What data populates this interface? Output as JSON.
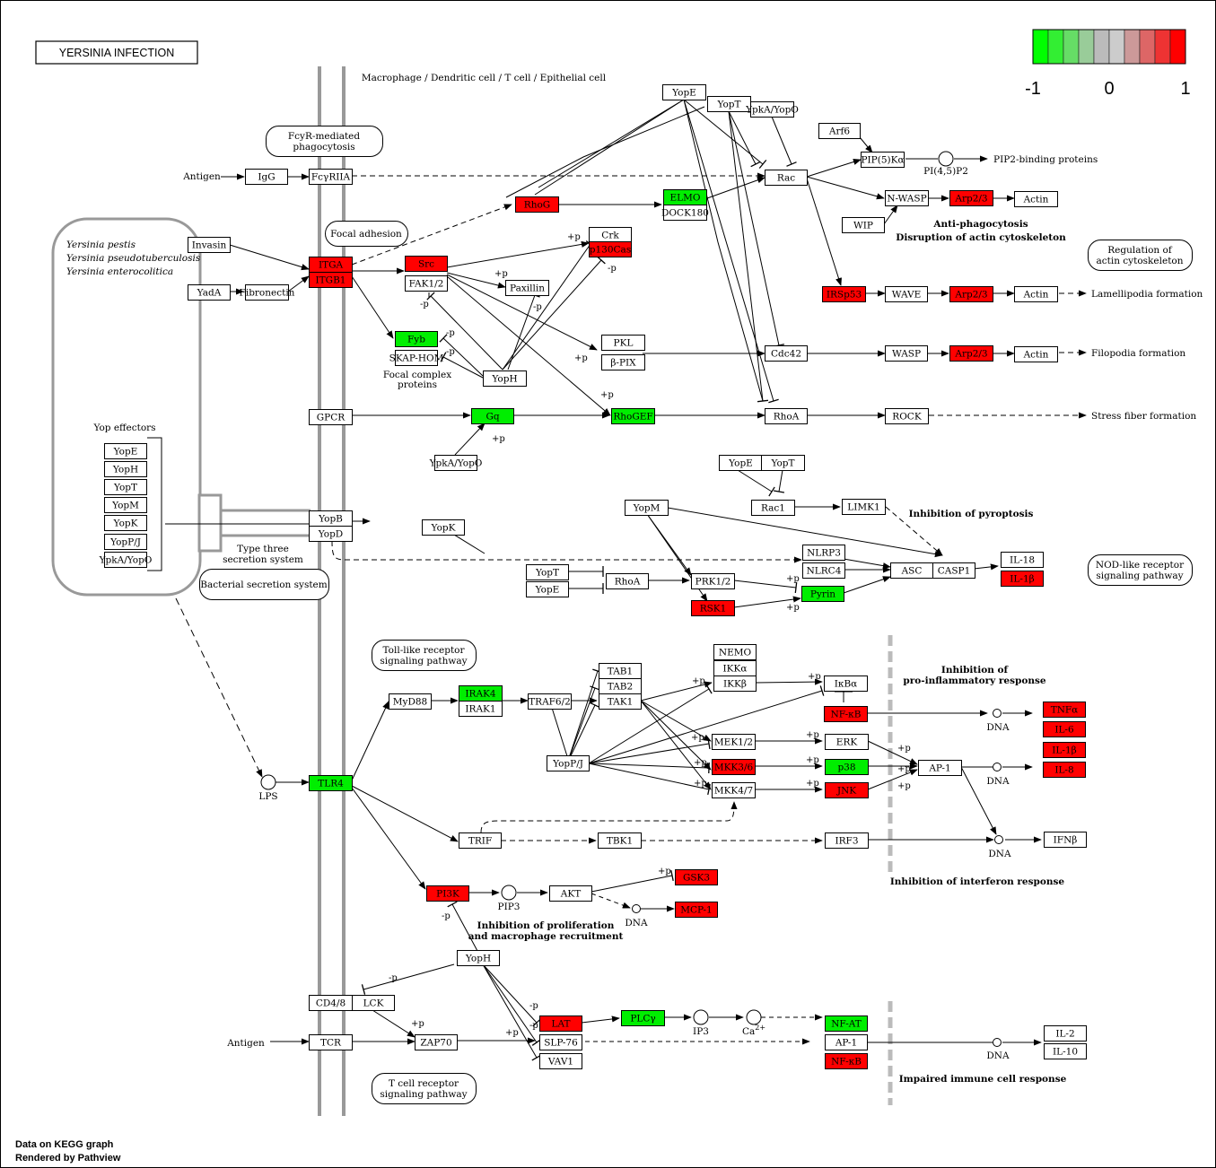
{
  "title": "YERSINIA INFECTION",
  "footer": [
    "Data on KEGG graph",
    "Rendered by Pathview"
  ],
  "colors": {
    "up": "#ff0000",
    "down": "#00ee00",
    "none": "#ffffff",
    "membrane": "#999999",
    "dash": "#bbbbbb"
  },
  "legend": {
    "ticks": [
      "-1",
      "0",
      "1"
    ],
    "cells": [
      "#00ff00",
      "#33ee33",
      "#66dd66",
      "#99cc99",
      "#bbbbbb",
      "#cccccc",
      "#cc9999",
      "#dd6666",
      "#ee3333",
      "#ff0000"
    ]
  },
  "labels": {
    "cell_type": "Macrophage / Dendritic cell / T cell / Epithelial cell",
    "species1": "Yersinia pestis",
    "species2": "Yersinia pseudotuberculosis",
    "species3": "Yersinia enterocolitica",
    "yop_effectors": "Yop effectors",
    "type3_1": "Type three",
    "type3_2": "secretion system",
    "antigen1": "Antigen",
    "antigen2": "Antigen",
    "lps": "LPS",
    "pip3": "PIP3",
    "pi45p2": "PI(4,5)P2",
    "pip2_binding": "PIP2-binding proteins",
    "ip3": "IP3",
    "ca": "Ca",
    "ca_sup": "2+",
    "dna1": "DNA",
    "dna2": "DNA",
    "dna3": "DNA",
    "dna4": "DNA",
    "dna5": "DNA",
    "focal_complex1": "Focal complex",
    "focal_complex2": "proteins",
    "lamellipodia": "Lamellipodia formation",
    "filopodia": "Filopodia formation",
    "stress_fiber": "Stress fiber formation",
    "anti_phago1": "Anti-phagocytosis",
    "anti_phago2": "Disruption of actin cytoskeleton",
    "inh_pyroptosis": "Inhibition of pyroptosis",
    "inh_proinflam1": "Inhibition of",
    "inh_proinflam2": "pro-inflammatory response",
    "inh_interferon": "Inhibition of interferon response",
    "inh_prolif1": "Inhibition of proliferation",
    "inh_prolif2": "and macrophage recruitment",
    "impaired": "Impaired immune cell response"
  },
  "pathways": [
    {
      "id": "fcyr",
      "lines": [
        "FcyR-mediated",
        "phagocytosis"
      ]
    },
    {
      "id": "focal",
      "lines": [
        "Focal adhesion"
      ]
    },
    {
      "id": "regactin",
      "lines": [
        "Regulation of",
        "actin cytoskeleton"
      ]
    },
    {
      "id": "nod",
      "lines": [
        "NOD-like receptor",
        "signaling pathway"
      ]
    },
    {
      "id": "bss",
      "lines": [
        "Bacterial secretion system"
      ]
    },
    {
      "id": "tlr",
      "lines": [
        "Toll-like receptor",
        "signaling pathway"
      ]
    },
    {
      "id": "tcr",
      "lines": [
        "T cell receptor",
        "signaling pathway"
      ]
    }
  ],
  "genes": [
    {
      "id": "YopE_t",
      "label": "YopE",
      "s": "none"
    },
    {
      "id": "YopT_t",
      "label": "YopT",
      "s": "none"
    },
    {
      "id": "YpkA_t",
      "label": "YpkA/YopO",
      "s": "none"
    },
    {
      "id": "Arf6",
      "label": "Arf6",
      "s": "none"
    },
    {
      "id": "PIP5K",
      "label": "PIP(5)Kα",
      "s": "none"
    },
    {
      "id": "IgG",
      "label": "IgG",
      "s": "none"
    },
    {
      "id": "FcRIIA",
      "label": "FcγRIIA",
      "s": "none"
    },
    {
      "id": "Rac",
      "label": "Rac",
      "s": "none"
    },
    {
      "id": "NWASP",
      "label": "N-WASP",
      "s": "none"
    },
    {
      "id": "Arp1",
      "label": "Arp2/3",
      "s": "up"
    },
    {
      "id": "Actin1",
      "label": "Actin",
      "s": "none"
    },
    {
      "id": "RhoG",
      "label": "RhoG",
      "s": "up"
    },
    {
      "id": "ELMO",
      "label": "ELMO",
      "s": "down"
    },
    {
      "id": "DOCK180",
      "label": "DOCK180",
      "s": "none"
    },
    {
      "id": "WIP",
      "label": "WIP",
      "s": "none"
    },
    {
      "id": "Invasin",
      "label": "Invasin",
      "s": "none"
    },
    {
      "id": "ITGA",
      "label": "ITGA",
      "s": "up"
    },
    {
      "id": "ITGB1",
      "label": "ITGB1",
      "s": "up"
    },
    {
      "id": "Src",
      "label": "Src",
      "s": "up"
    },
    {
      "id": "Crk",
      "label": "Crk",
      "s": "none"
    },
    {
      "id": "p130Cas",
      "label": "p130Cas",
      "s": "up"
    },
    {
      "id": "FAK",
      "label": "FAK1/2",
      "s": "none"
    },
    {
      "id": "Paxillin",
      "label": "Paxillin",
      "s": "none"
    },
    {
      "id": "YadA",
      "label": "YadA",
      "s": "none"
    },
    {
      "id": "Fibronectin",
      "label": "Fibronectin",
      "s": "none"
    },
    {
      "id": "IRSp53",
      "label": "IRSp53",
      "s": "up"
    },
    {
      "id": "WAVE",
      "label": "WAVE",
      "s": "none"
    },
    {
      "id": "Arp2",
      "label": "Arp2/3",
      "s": "up"
    },
    {
      "id": "Actin2",
      "label": "Actin",
      "s": "none"
    },
    {
      "id": "Fyb",
      "label": "Fyb",
      "s": "down"
    },
    {
      "id": "SKAP",
      "label": "SKAP-HOM",
      "s": "none"
    },
    {
      "id": "PKL",
      "label": "PKL",
      "s": "none"
    },
    {
      "id": "BPIX",
      "label": "β-PIX",
      "s": "none"
    },
    {
      "id": "Cdc42",
      "label": "Cdc42",
      "s": "none"
    },
    {
      "id": "WASP",
      "label": "WASP",
      "s": "none"
    },
    {
      "id": "Arp3",
      "label": "Arp2/3",
      "s": "up"
    },
    {
      "id": "Actin3",
      "label": "Actin",
      "s": "none"
    },
    {
      "id": "YopH1",
      "label": "YopH",
      "s": "none"
    },
    {
      "id": "GPCR",
      "label": "GPCR",
      "s": "none"
    },
    {
      "id": "Gq",
      "label": "Gq",
      "s": "down"
    },
    {
      "id": "RhoGEF",
      "label": "RhoGEF",
      "s": "down"
    },
    {
      "id": "RhoA1",
      "label": "RhoA",
      "s": "none"
    },
    {
      "id": "ROCK",
      "label": "ROCK",
      "s": "none"
    },
    {
      "id": "YpkA_m",
      "label": "YpkA/YopO",
      "s": "none"
    },
    {
      "id": "YopE_r",
      "label": "YopE",
      "s": "none"
    },
    {
      "id": "YopT_r",
      "label": "YopT",
      "s": "none"
    },
    {
      "id": "Ye_YopE",
      "label": "YopE",
      "s": "none"
    },
    {
      "id": "Ye_YopH",
      "label": "YopH",
      "s": "none"
    },
    {
      "id": "Ye_YopT",
      "label": "YopT",
      "s": "none"
    },
    {
      "id": "Ye_YopM",
      "label": "YopM",
      "s": "none"
    },
    {
      "id": "Ye_YopK",
      "label": "YopK",
      "s": "none"
    },
    {
      "id": "Ye_YopPJ",
      "label": "YopP/J",
      "s": "none"
    },
    {
      "id": "Ye_YpkA",
      "label": "YpkA/YopO",
      "s": "none"
    },
    {
      "id": "YopB",
      "label": "YopB",
      "s": "none"
    },
    {
      "id": "YopD",
      "label": "YopD",
      "s": "none"
    },
    {
      "id": "YopK",
      "label": "YopK",
      "s": "none"
    },
    {
      "id": "YopM",
      "label": "YopM",
      "s": "none"
    },
    {
      "id": "Rac1",
      "label": "Rac1",
      "s": "none"
    },
    {
      "id": "LIMK1",
      "label": "LIMK1",
      "s": "none"
    },
    {
      "id": "NLRP3",
      "label": "NLRP3",
      "s": "none"
    },
    {
      "id": "NLRC4",
      "label": "NLRC4",
      "s": "none"
    },
    {
      "id": "ASC",
      "label": "ASC",
      "s": "none"
    },
    {
      "id": "CASP1",
      "label": "CASP1",
      "s": "none"
    },
    {
      "id": "IL18",
      "label": "IL-18",
      "s": "none"
    },
    {
      "id": "IL1B_a",
      "label": "IL-1β",
      "s": "up"
    },
    {
      "id": "YopT_m",
      "label": "YopT",
      "s": "none"
    },
    {
      "id": "YopE_m",
      "label": "YopE",
      "s": "none"
    },
    {
      "id": "RhoA2",
      "label": "RhoA",
      "s": "none"
    },
    {
      "id": "PRK",
      "label": "PRK1/2",
      "s": "none"
    },
    {
      "id": "Pyrin",
      "label": "Pyrin",
      "s": "down"
    },
    {
      "id": "RSK1",
      "label": "RSK1",
      "s": "up"
    },
    {
      "id": "NEMO",
      "label": "NEMO",
      "s": "none"
    },
    {
      "id": "IKKa",
      "label": "IKKα",
      "s": "none"
    },
    {
      "id": "IKKb",
      "label": "IKKβ",
      "s": "none"
    },
    {
      "id": "IkBa",
      "label": "IκBα",
      "s": "none"
    },
    {
      "id": "NFkB1",
      "label": "NF-κB",
      "s": "up"
    },
    {
      "id": "TAB1",
      "label": "TAB1",
      "s": "none"
    },
    {
      "id": "TAB2",
      "label": "TAB2",
      "s": "none"
    },
    {
      "id": "TAK1",
      "label": "TAK1",
      "s": "none"
    },
    {
      "id": "MyD88",
      "label": "MyD88",
      "s": "none"
    },
    {
      "id": "IRAK4",
      "label": "IRAK4",
      "s": "down"
    },
    {
      "id": "IRAK1",
      "label": "IRAK1",
      "s": "none"
    },
    {
      "id": "TRAF6",
      "label": "TRAF6/2",
      "s": "none"
    },
    {
      "id": "YopPJ",
      "label": "YopP/J",
      "s": "none"
    },
    {
      "id": "MEK12",
      "label": "MEK1/2",
      "s": "none"
    },
    {
      "id": "ERK",
      "label": "ERK",
      "s": "none"
    },
    {
      "id": "MKK36",
      "label": "MKK3/6",
      "s": "up"
    },
    {
      "id": "p38",
      "label": "p38",
      "s": "down"
    },
    {
      "id": "MKK47",
      "label": "MKK4/7",
      "s": "none"
    },
    {
      "id": "JNK",
      "label": "JNK",
      "s": "up"
    },
    {
      "id": "AP1a",
      "label": "AP-1",
      "s": "none"
    },
    {
      "id": "TNFa",
      "label": "TNFα",
      "s": "up"
    },
    {
      "id": "IL6",
      "label": "IL-6",
      "s": "up"
    },
    {
      "id": "IL1B_b",
      "label": "IL-1β",
      "s": "up"
    },
    {
      "id": "IL8",
      "label": "IL-8",
      "s": "up"
    },
    {
      "id": "TLR4",
      "label": "TLR4",
      "s": "down"
    },
    {
      "id": "TRIF",
      "label": "TRIF",
      "s": "none"
    },
    {
      "id": "TBK1",
      "label": "TBK1",
      "s": "none"
    },
    {
      "id": "IRF3",
      "label": "IRF3",
      "s": "none"
    },
    {
      "id": "IFNb",
      "label": "IFNβ",
      "s": "none"
    },
    {
      "id": "PI3K",
      "label": "PI3K",
      "s": "up"
    },
    {
      "id": "AKT",
      "label": "AKT",
      "s": "none"
    },
    {
      "id": "GSK3",
      "label": "GSK3",
      "s": "up"
    },
    {
      "id": "MCP1",
      "label": "MCP-1",
      "s": "up"
    },
    {
      "id": "YopH2",
      "label": "YopH",
      "s": "none"
    },
    {
      "id": "CD48",
      "label": "CD4/8",
      "s": "none"
    },
    {
      "id": "LCK",
      "label": "LCK",
      "s": "none"
    },
    {
      "id": "TCR",
      "label": "TCR",
      "s": "none"
    },
    {
      "id": "ZAP70",
      "label": "ZAP70",
      "s": "none"
    },
    {
      "id": "LAT",
      "label": "LAT",
      "s": "up"
    },
    {
      "id": "SLP76",
      "label": "SLP-76",
      "s": "none"
    },
    {
      "id": "VAV1",
      "label": "VAV1",
      "s": "none"
    },
    {
      "id": "PLCg",
      "label": "PLCγ",
      "s": "down"
    },
    {
      "id": "NFAT",
      "label": "NF-AT",
      "s": "down"
    },
    {
      "id": "AP1b",
      "label": "AP-1",
      "s": "none"
    },
    {
      "id": "NFkB2",
      "label": "NF-κB",
      "s": "up"
    },
    {
      "id": "IL2",
      "label": "IL-2",
      "s": "none"
    },
    {
      "id": "IL10",
      "label": "IL-10",
      "s": "none"
    }
  ],
  "signs": [
    {
      "id": "s1",
      "t": "+p"
    },
    {
      "id": "s2",
      "t": "-p"
    },
    {
      "id": "s3",
      "t": "+p"
    },
    {
      "id": "s4",
      "t": "-p"
    },
    {
      "id": "s5",
      "t": "-p"
    },
    {
      "id": "s6",
      "t": "-p"
    },
    {
      "id": "s7",
      "t": "-p"
    },
    {
      "id": "s8",
      "t": "+p"
    },
    {
      "id": "s9",
      "t": "+p"
    },
    {
      "id": "s10",
      "t": "+p"
    },
    {
      "id": "s11",
      "t": "+p"
    },
    {
      "id": "s12",
      "t": "+p"
    },
    {
      "id": "s13",
      "t": "+p"
    },
    {
      "id": "s14",
      "t": "+p"
    },
    {
      "id": "s15",
      "t": "+p"
    },
    {
      "id": "s16",
      "t": "+p"
    },
    {
      "id": "s17",
      "t": "+p"
    },
    {
      "id": "s18",
      "t": "+p"
    },
    {
      "id": "s19",
      "t": "+p"
    },
    {
      "id": "s20",
      "t": "+p"
    },
    {
      "id": "s21",
      "t": "+p"
    },
    {
      "id": "s22",
      "t": "+p"
    },
    {
      "id": "s23",
      "t": "+p"
    },
    {
      "id": "s24",
      "t": "+p"
    },
    {
      "id": "s25",
      "t": "-p"
    },
    {
      "id": "s26",
      "t": "+p"
    },
    {
      "id": "s27",
      "t": "-p"
    },
    {
      "id": "s28",
      "t": "-p"
    },
    {
      "id": "s29",
      "t": "+p"
    },
    {
      "id": "s30",
      "t": "+p"
    },
    {
      "id": "s31",
      "t": "+p"
    },
    {
      "id": "s32",
      "t": "+p"
    }
  ]
}
